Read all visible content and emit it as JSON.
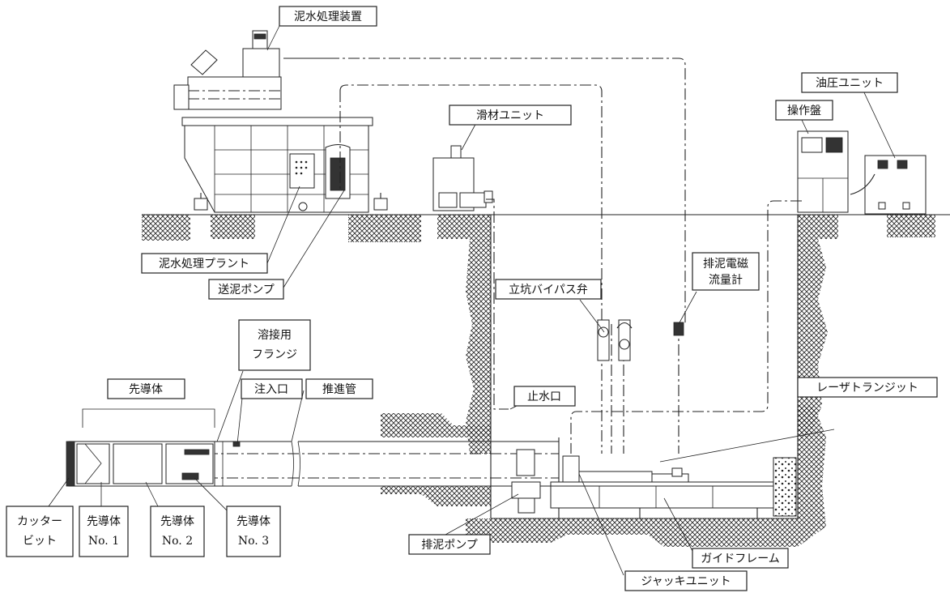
{
  "labels": {
    "mud_treatment_device": "泥水処理装置",
    "mud_treatment_plant": "泥水処理プラント",
    "feed_pump": "送泥ポンプ",
    "lubricant_unit": "滑材ユニット",
    "hydraulic_unit": "油圧ユニット",
    "control_panel": "操作盤",
    "shaft_bypass_valve": "立坑バイパス弁",
    "discharge_flowmeter_line1": "排泥電磁",
    "discharge_flowmeter_line2": "流量計",
    "welding_flange_line1": "溶接用",
    "welding_flange_line2": "フランジ",
    "lead_body": "先導体",
    "injection_port": "注入口",
    "jacking_pipe": "推進管",
    "water_stop": "止水口",
    "laser_transit": "レーザトランジット",
    "cutter_bit_line1": "カッター",
    "cutter_bit_line2": "ビット",
    "lead_no1_line1": "先導体",
    "lead_no1_line2": "No. 1",
    "lead_no2_line1": "先導体",
    "lead_no2_line2": "No. 2",
    "lead_no3_line1": "先導体",
    "lead_no3_line2": "No. 3",
    "discharge_pump": "排泥ポンプ",
    "guide_frame": "ガイドフレーム",
    "jack_unit": "ジャッキユニット"
  }
}
